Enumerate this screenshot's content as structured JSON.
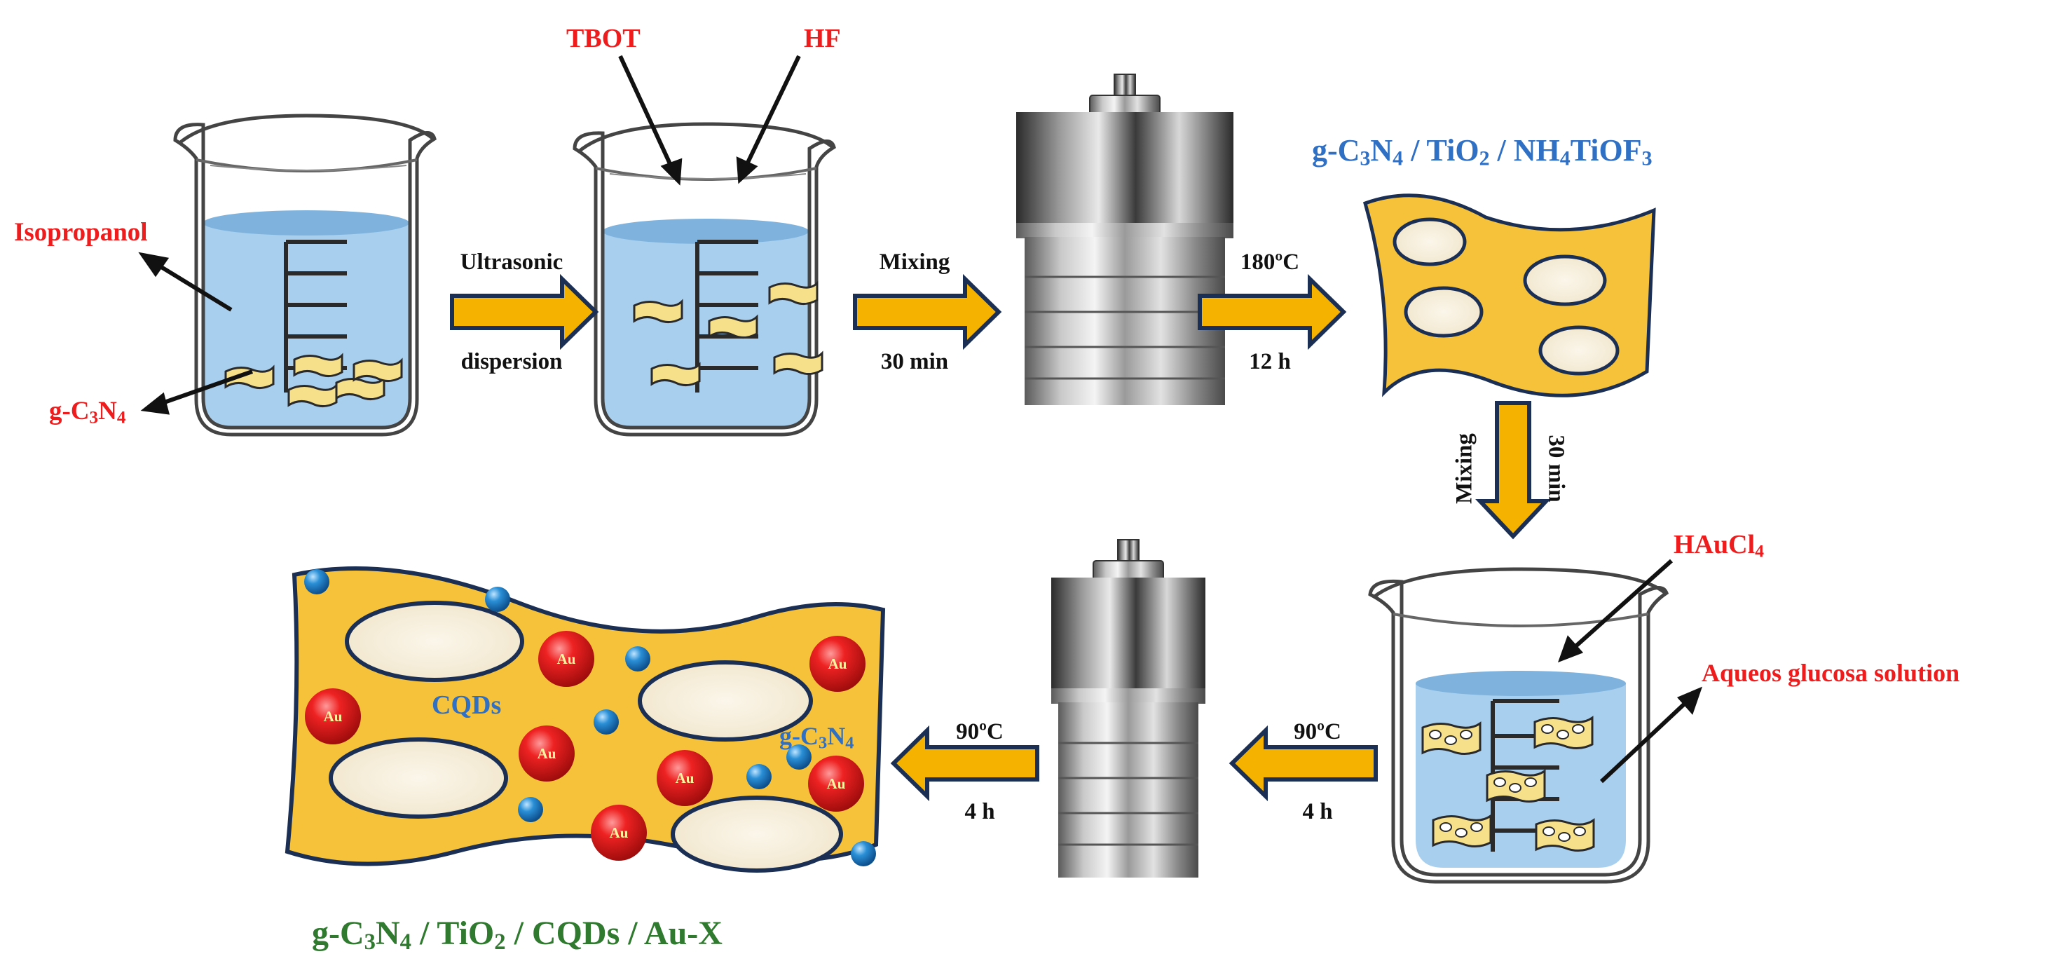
{
  "labels": {
    "isopropanol": "Isopropanol",
    "gc3n4_left": {
      "a": "g-C",
      "s1": "3",
      "b": "N",
      "s2": "4"
    },
    "tbot": "TBOT",
    "hf": "HF",
    "step1": {
      "top": "Ultrasonic",
      "bottom": "dispersion"
    },
    "step2": {
      "top": "Mixing",
      "bottom": "30 min"
    },
    "step3": {
      "top": "180ºC",
      "bottom": "12 h"
    },
    "step4": {
      "left": "Mixing",
      "right": "30 min"
    },
    "step5": {
      "top": "90ºC",
      "bottom": "4 h"
    },
    "step6": {
      "top": "90ºC",
      "bottom": "4 h"
    },
    "intermediate": {
      "a": "g-C",
      "s1": "3",
      "b": "N",
      "s2": "4",
      "c": " / TiO",
      "s3": "2",
      "d": " / NH",
      "s4": "4",
      "e": "TiOF",
      "s5": "3"
    },
    "haucl4": {
      "a": "HAuCl",
      "s1": "4"
    },
    "glucose": "Aqueos glucosa solution",
    "cqds": "CQDs",
    "gc3n4_sheet": {
      "a": "g-C",
      "s1": "3",
      "b": "N",
      "s2": "4"
    },
    "au": "Au",
    "final": {
      "a": "g-C",
      "s1": "3",
      "b": "N",
      "s2": "4",
      "c": " / TiO",
      "s3": "2",
      "d": " / CQDs / Au-X"
    }
  },
  "colors": {
    "label_red": "#ee1c1c",
    "label_blue": "#2f6fc4",
    "label_green": "#2f7a2f",
    "arrow_fill": "#f5b300",
    "arrow_outline": "#1b2f55",
    "liquid": "#a9cfee",
    "sheet": "#f6c23a",
    "au_particle": "#e01e1e",
    "cqd_particle": "#2a8fd6"
  }
}
